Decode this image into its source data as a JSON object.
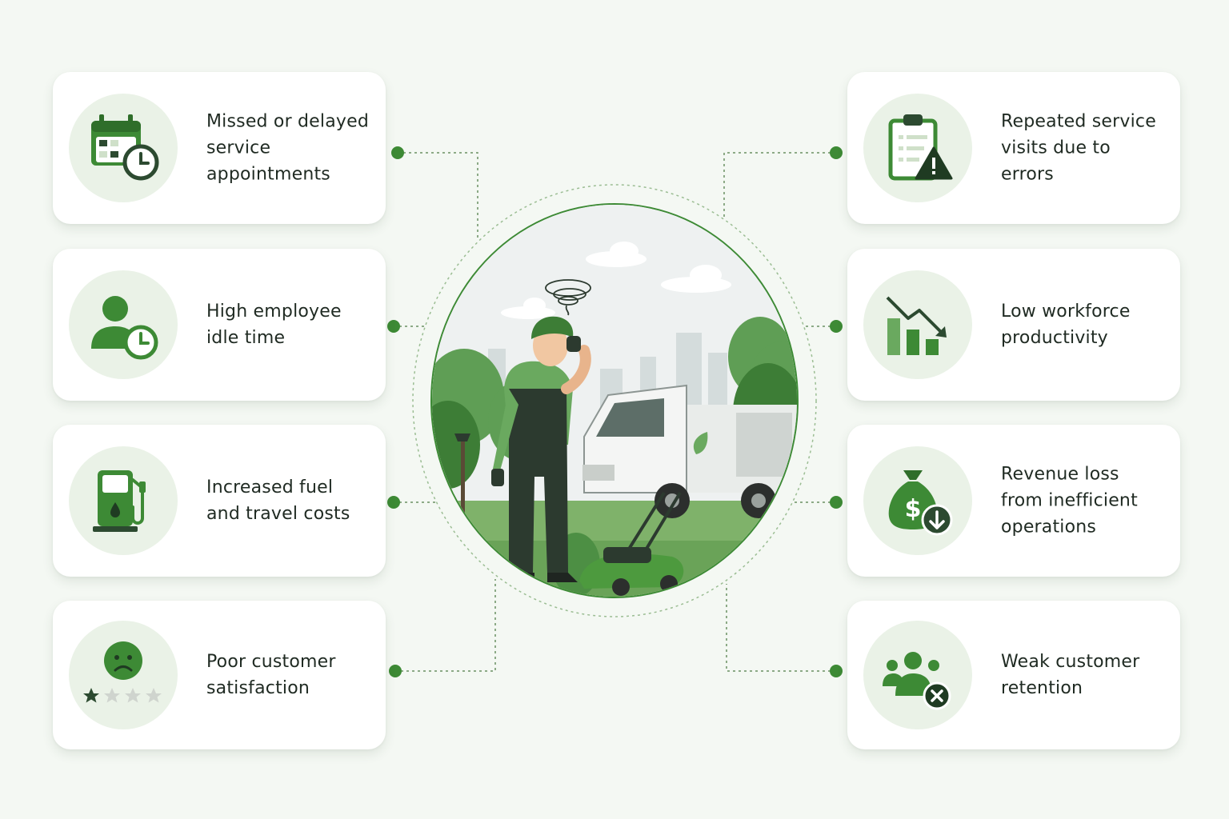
{
  "colors": {
    "background": "#f4f8f3",
    "card": "#ffffff",
    "icon_bg": "#eaf2e7",
    "primary_green": "#3d8a35",
    "dark_green": "#2c4a30",
    "connector": "#6a8f62"
  },
  "left_items": [
    {
      "label": "Missed or delayed service appointments",
      "icon": "calendar-clock-icon"
    },
    {
      "label": "High employee idle time",
      "icon": "person-clock-icon"
    },
    {
      "label": "Increased fuel and travel costs",
      "icon": "fuel-pump-icon"
    },
    {
      "label": "Poor customer satisfaction",
      "icon": "sad-face-rating-icon"
    }
  ],
  "right_items": [
    {
      "label": "Repeated service visits due to errors",
      "icon": "clipboard-warning-icon"
    },
    {
      "label": "Low workforce productivity",
      "icon": "declining-bar-chart-icon"
    },
    {
      "label": "Revenue loss from inefficient operations",
      "icon": "money-bag-down-icon"
    },
    {
      "label": "Weak customer retention",
      "icon": "group-remove-icon"
    }
  ],
  "center": {
    "illustration": "stressed landscaper with truck and lawn mower"
  }
}
